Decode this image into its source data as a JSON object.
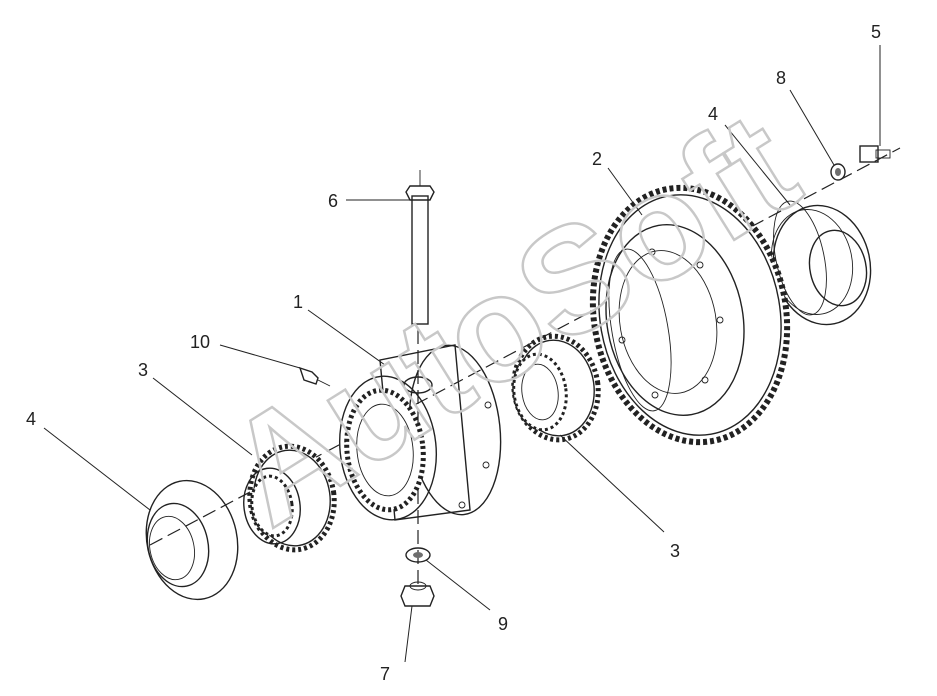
{
  "diagram": {
    "callouts": {
      "c1": "1",
      "c2": "2",
      "c3_left": "3",
      "c3_right": "3",
      "c4_left": "4",
      "c4_right": "4",
      "c5": "5",
      "c6": "6",
      "c7": "7",
      "c8": "8",
      "c9": "9",
      "c10": "10"
    },
    "watermark": "AutoSoft",
    "colors": {
      "line": "#222222",
      "part_fill": "#ffffff",
      "shade": "#d9d9d9",
      "dark": "#6e6e6e",
      "watermark": "#c8c8c8"
    }
  }
}
